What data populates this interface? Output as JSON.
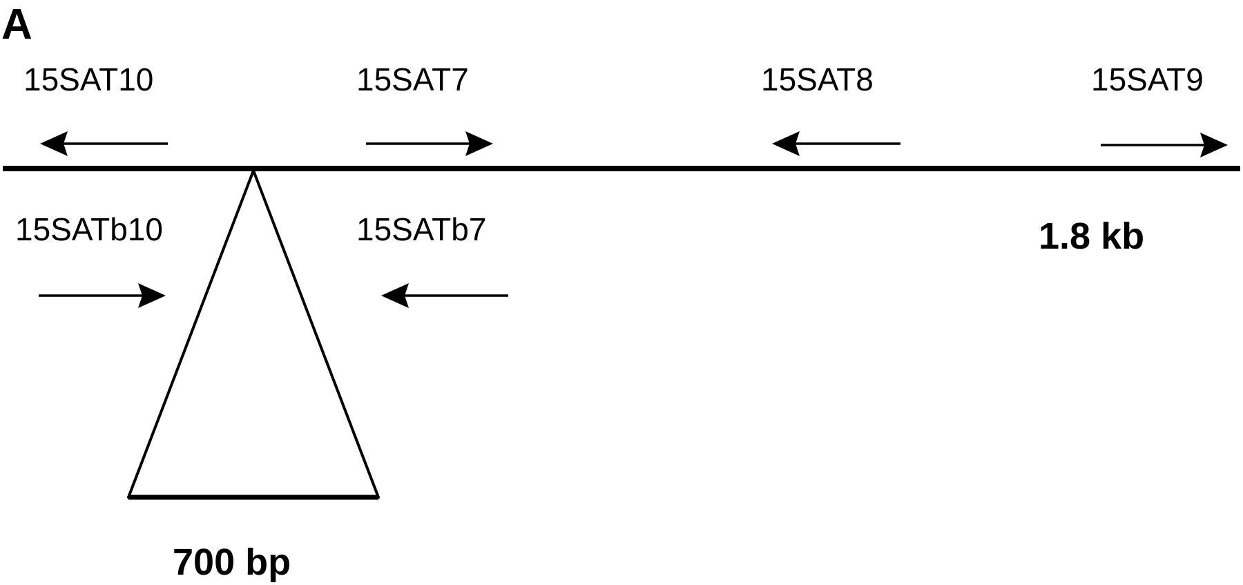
{
  "panel_label": "A",
  "primers": {
    "top": [
      {
        "label": "15SAT10",
        "direction": "left"
      },
      {
        "label": "15SAT7",
        "direction": "right"
      },
      {
        "label": "15SAT8",
        "direction": "left"
      },
      {
        "label": "15SAT9",
        "direction": "right"
      }
    ],
    "bottom": [
      {
        "label": "15SATb10",
        "direction": "right"
      },
      {
        "label": "15SATb7",
        "direction": "left"
      }
    ]
  },
  "sizes": {
    "main_segment": "1.8 kb",
    "insertion": "700 bp"
  },
  "colors": {
    "ink": "#000000",
    "background": "#ffffff"
  }
}
